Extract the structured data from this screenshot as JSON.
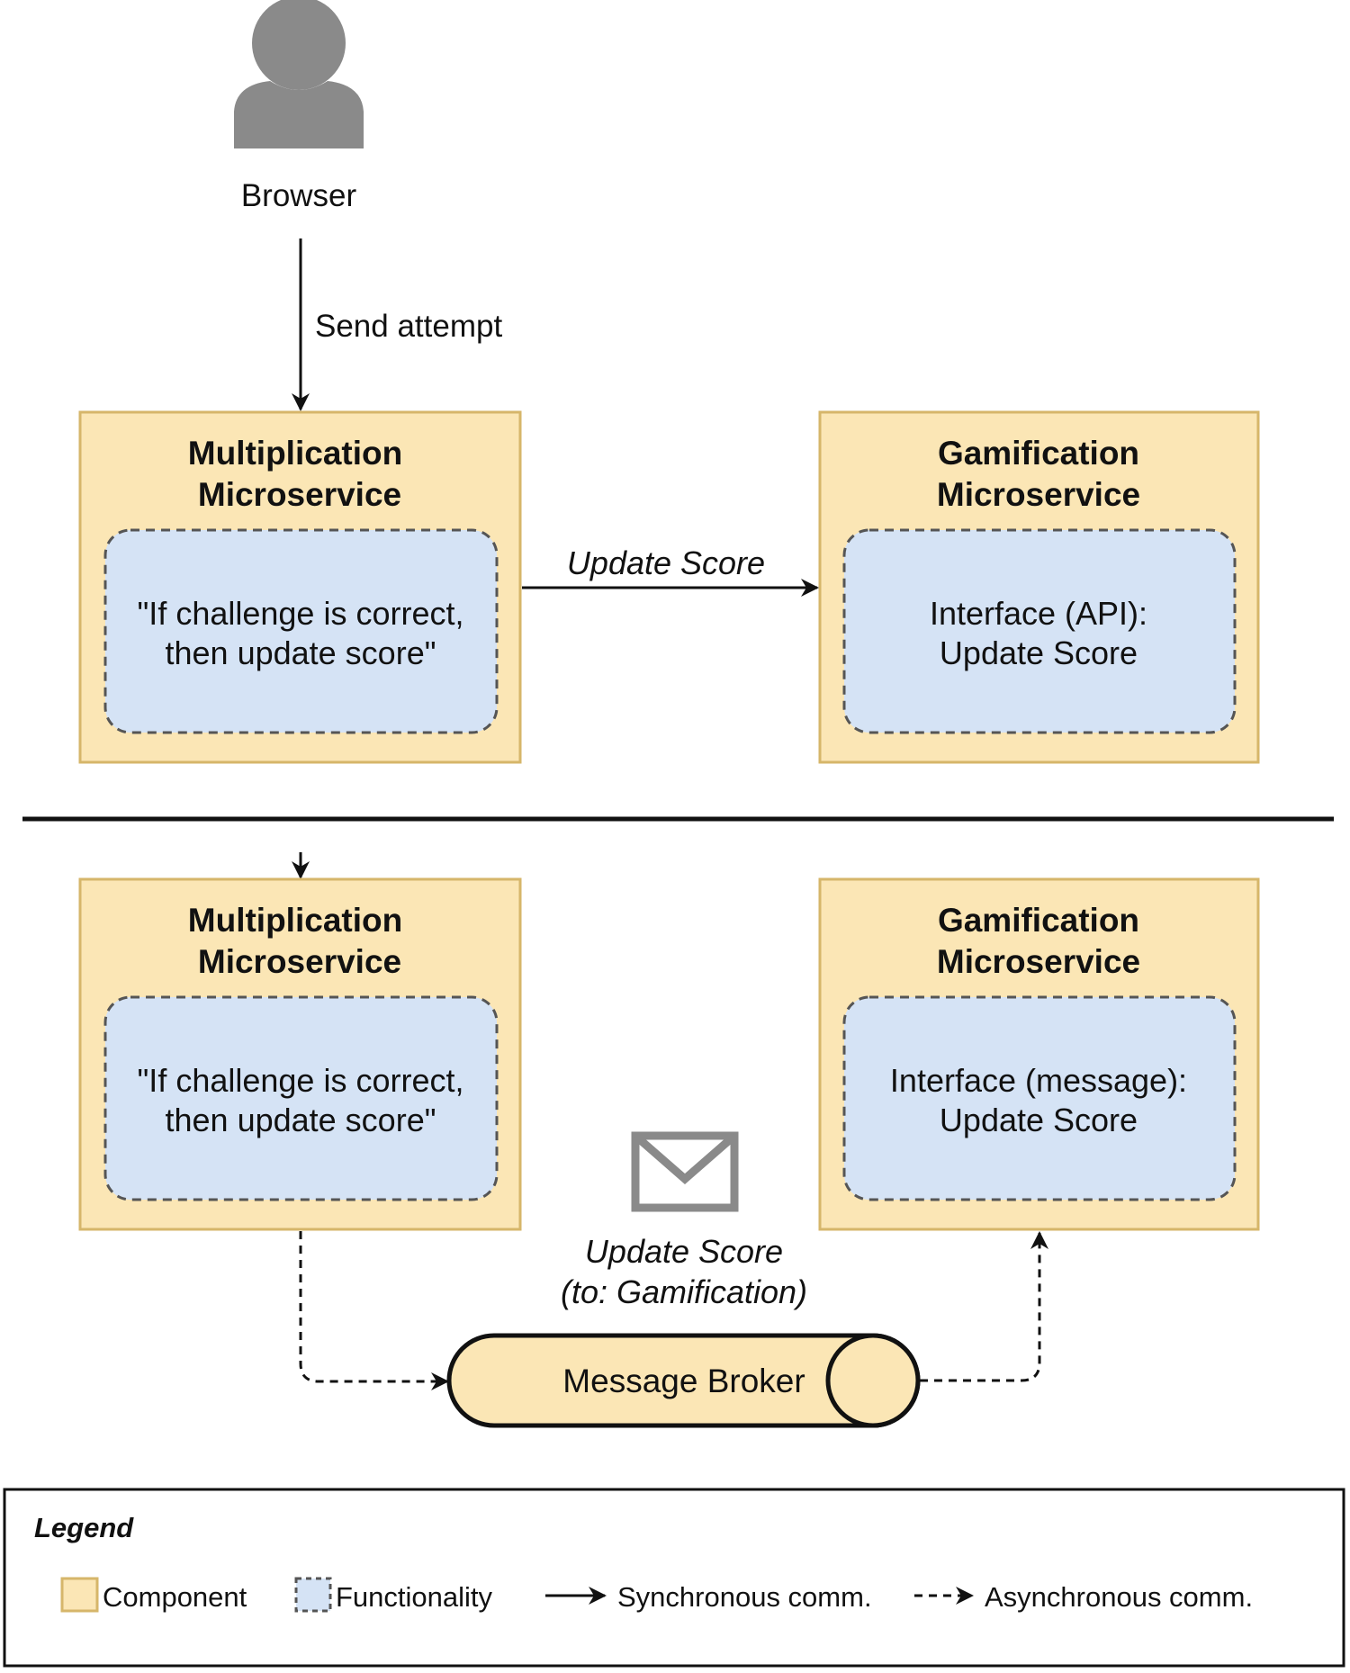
{
  "colors": {
    "component_fill": "#fbe6b5",
    "component_stroke": "#d6b66a",
    "functionality_fill": "#d5e3f5",
    "functionality_stroke": "#555555",
    "icon_gray": "#8a8a8a",
    "line": "#111111"
  },
  "icons": {
    "user": "user-icon",
    "envelope": "envelope-icon"
  },
  "top": {
    "browser_label": "Browser",
    "send_attempt_label": "Send attempt",
    "multiplication": {
      "title_line1": "Multiplication",
      "title_line2": "Microservice",
      "func_line1": "\"If challenge is correct,",
      "func_line2": "then update score\""
    },
    "gamification": {
      "title_line1": "Gamification",
      "title_line2": "Microservice",
      "func_line1": "Interface (API):",
      "func_line2": "Update Score"
    },
    "update_score_label": "Update Score"
  },
  "bottom": {
    "multiplication": {
      "title_line1": "Multiplication",
      "title_line2": "Microservice",
      "func_line1": "\"If challenge is correct,",
      "func_line2": "then update score\""
    },
    "gamification": {
      "title_line1": "Gamification",
      "title_line2": "Microservice",
      "func_line1": "Interface (message):",
      "func_line2": "Update Score"
    },
    "message_line1": "Update Score",
    "message_line2": "(to: Gamification)",
    "broker_label": "Message Broker"
  },
  "legend": {
    "title": "Legend",
    "component": "Component",
    "functionality": "Functionality",
    "sync": "Synchronous comm.",
    "async": "Asynchronous comm."
  }
}
